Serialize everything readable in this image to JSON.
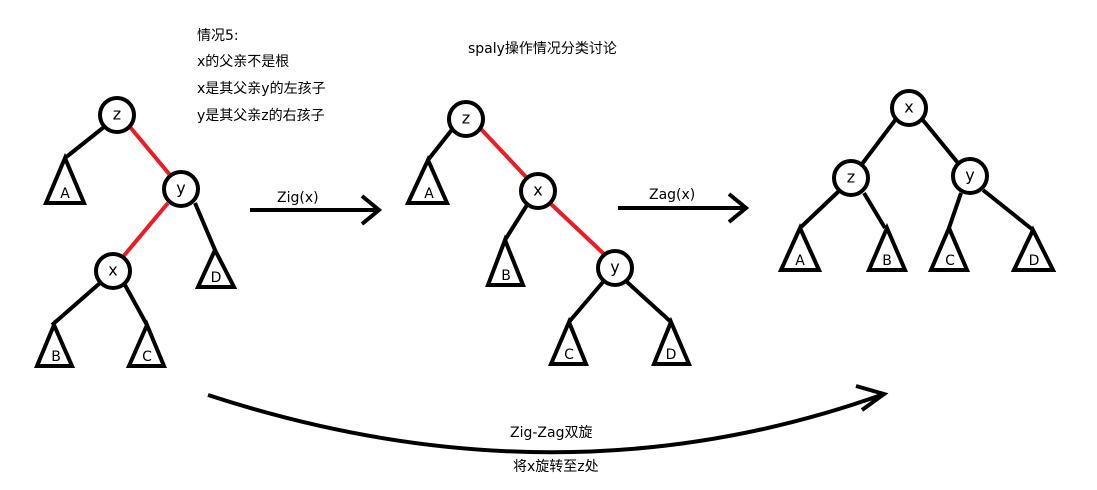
{
  "title": "spaly操作情况分类讨论",
  "case_notes": [
    "情况5:",
    "x的父亲不是根",
    "x是其父亲y的左孩子",
    "y是其父亲z的右孩子"
  ],
  "colors": {
    "stroke": "#000000",
    "highlight": "#ed1c24",
    "background": "#ffffff"
  },
  "trees": {
    "before": {
      "nodes": [
        "z",
        "y",
        "x"
      ],
      "subtrees": [
        "A",
        "B",
        "C",
        "D"
      ]
    },
    "middle": {
      "nodes": [
        "z",
        "x",
        "y"
      ],
      "subtrees": [
        "A",
        "B",
        "C",
        "D"
      ]
    },
    "after": {
      "nodes": [
        "x",
        "z",
        "y"
      ],
      "subtrees": [
        "A",
        "B",
        "C",
        "D"
      ]
    }
  },
  "arrows": {
    "zig": "Zig(x)",
    "zag": "Zag(x)",
    "combined": "Zig-Zag双旋",
    "combined_note": "将x旋转至z处"
  }
}
